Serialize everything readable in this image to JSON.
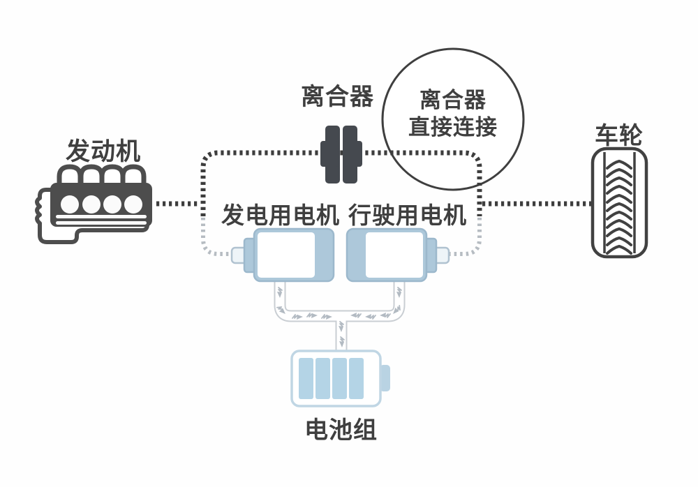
{
  "diagram": {
    "type": "hybrid-powertrain-diagram",
    "components": {
      "engine": {
        "label": "发动机"
      },
      "clutch": {
        "label": "离合器"
      },
      "wheel": {
        "label": "车轮"
      },
      "generator_motor": {
        "label": "发电用电机"
      },
      "drive_motor": {
        "label": "行驶用电机"
      },
      "battery": {
        "label": "电池组"
      }
    },
    "annotation": {
      "line1": "离合器",
      "line2": "直接连接"
    },
    "connections": {
      "mechanical": [
        "engine-clutch",
        "clutch-wheel"
      ],
      "electrical": [
        "generator_motor-battery",
        "drive_motor-battery"
      ]
    },
    "colors": {
      "dark": "#3d3d3d",
      "engine_fill": "#4d4d4d",
      "clutch_fill": "#45494f",
      "motor_fill": "#adc8da",
      "motor_border": "#9cb8cc",
      "battery_border": "#c0d6e4",
      "battery_cell": "#b4d4e6",
      "light_dash": "#b6bcc2",
      "tube_outline": "#c9ced3",
      "bolt": "#b2bac2",
      "label_text": "#3f3f3f"
    }
  }
}
